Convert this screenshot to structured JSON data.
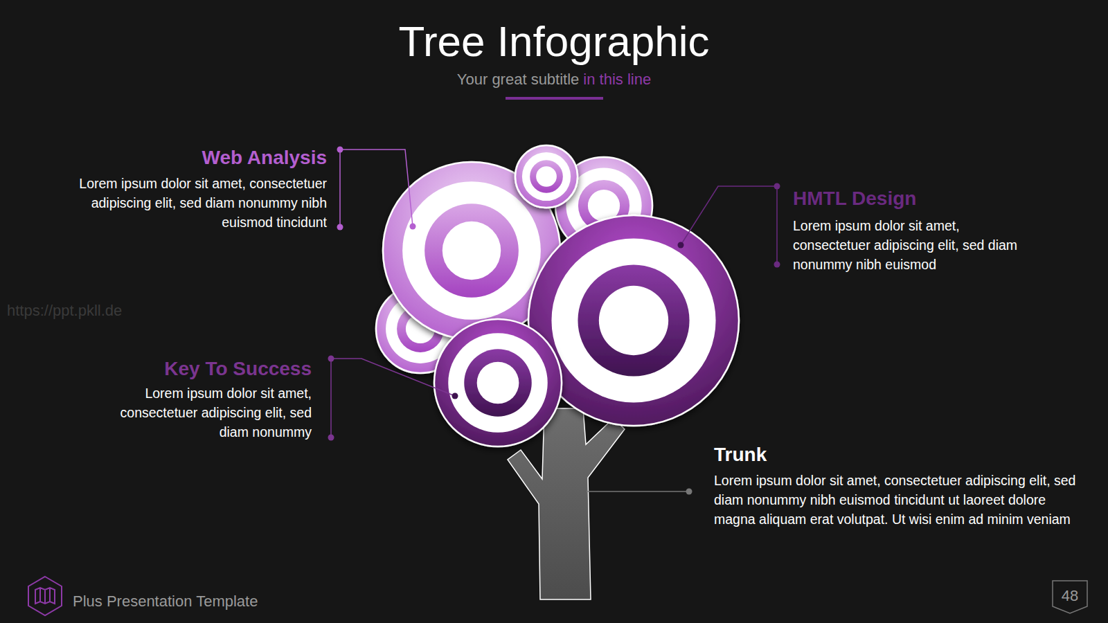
{
  "diagram": {
    "title": "Tree Infographic",
    "labels": [
      "Your great subtitle",
      "in this line",
      "Web Analysis",
      "Lorem ipsum dolor sit amet, consectetuer adipiscing elit, sed diam nonummy nibh euismod tincidunt",
      "HMTL Design",
      "Lorem ipsum dolor sit amet, consectetuer adipiscing elit, sed diam nonummy nibh euismod",
      "Key To Success",
      "Lorem ipsum dolor sit amet, consectetuer adipiscing elit, sed diam nonummy",
      "Trunk",
      "Lorem ipsum dolor sit amet, consectetuer adipiscing elit, sed diam nonummy nibh euismod tincidunt ut laoreet dolore magna aliquam erat volutpat. Ut wisi enim ad minim veniam",
      "https://ppt.pkll.de",
      "Plus Presentation Template",
      "48"
    ]
  }
}
